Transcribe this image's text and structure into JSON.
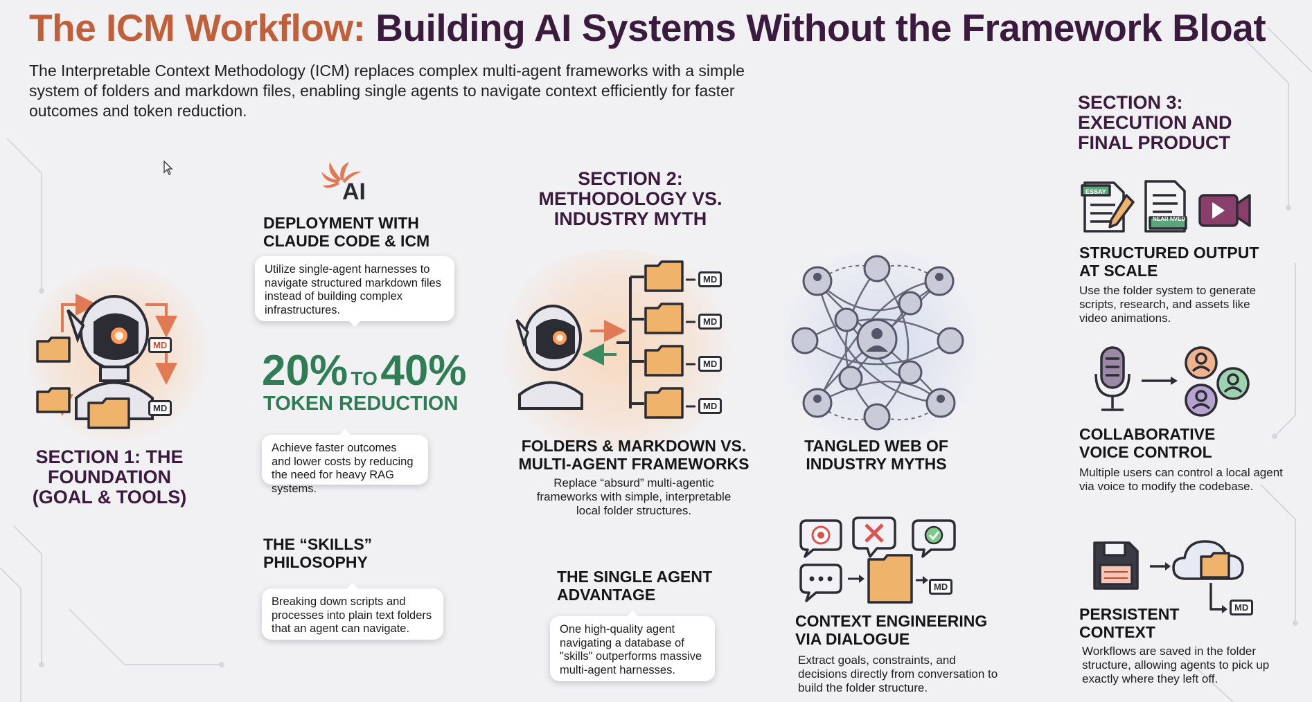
{
  "title": {
    "part1": "The ICM Workflow:",
    "part2": "Building AI Systems Without the Framework Bloat"
  },
  "subtitle": "The Interpretable Context Methodology (ICM) replaces complex multi-agent frameworks with a simple system of folders and markdown files, enabling single agents to navigate context efficiently for faster outcomes and token reduction.",
  "section1": {
    "label": "SECTION 1: THE FOUNDATION (GOAL & TOOLS)"
  },
  "section2": {
    "label": "SECTION 2: METHODOLOGY VS. INDUSTRY MYTH"
  },
  "section3": {
    "label": "SECTION 3: EXECUTION AND FINAL PRODUCT"
  },
  "ai_logo": "AI",
  "md_label": "MD",
  "deployment": {
    "heading": "DEPLOYMENT WITH CLAUDE CODE & ICM",
    "bubble": "Utilize single-agent harnesses to navigate structured markdown files instead of building complex infrastructures."
  },
  "token": {
    "from": "20%",
    "to_word": "TO",
    "to": "40%",
    "label": "TOKEN REDUCTION",
    "bubble": "Achieve faster outcomes and lower costs by reducing the need for heavy RAG systems."
  },
  "skills": {
    "heading": "THE “SKILLS” PHILOSOPHY",
    "bubble": "Breaking down scripts and processes into plain text folders that an agent can navigate."
  },
  "folders": {
    "heading": "FOLDERS & MARKDOWN VS. MULTI-AGENT FRAMEWORKS",
    "body": "Replace “absurd” multi-agentic frameworks with simple, interpretable local folder structures."
  },
  "tangled": {
    "heading": "TANGLED WEB OF INDUSTRY MYTHS"
  },
  "single_agent": {
    "heading": "THE SINGLE AGENT ADVANTAGE",
    "bubble": "One high-quality agent navigating a database of \"skills\" outperforms massive multi-agent harnesses."
  },
  "context_eng": {
    "heading": "CONTEXT ENGINEERING VIA DIALOGUE",
    "body": "Extract goals, constraints, and decisions directly from conversation to build the folder structure."
  },
  "structured": {
    "heading": "STRUCTURED OUTPUT AT SCALE",
    "body": "Use the folder system to generate scripts, research, and assets like video animations.",
    "doc1_label": "ESSAY",
    "doc2_label": "NEAR NVED"
  },
  "voice": {
    "heading": "COLLABORATIVE VOICE CONTROL",
    "body": "Multiple users can control a local agent via voice to modify the codebase."
  },
  "persistent": {
    "heading": "PERSISTENT CONTEXT",
    "body": "Workflows are saved in the folder structure, allowing agents to pick up exactly where they left off."
  },
  "colors": {
    "accent": "#c0603a",
    "section": "#3a1a3d",
    "stat": "#2e7d55",
    "folder": "#f0b36b"
  }
}
